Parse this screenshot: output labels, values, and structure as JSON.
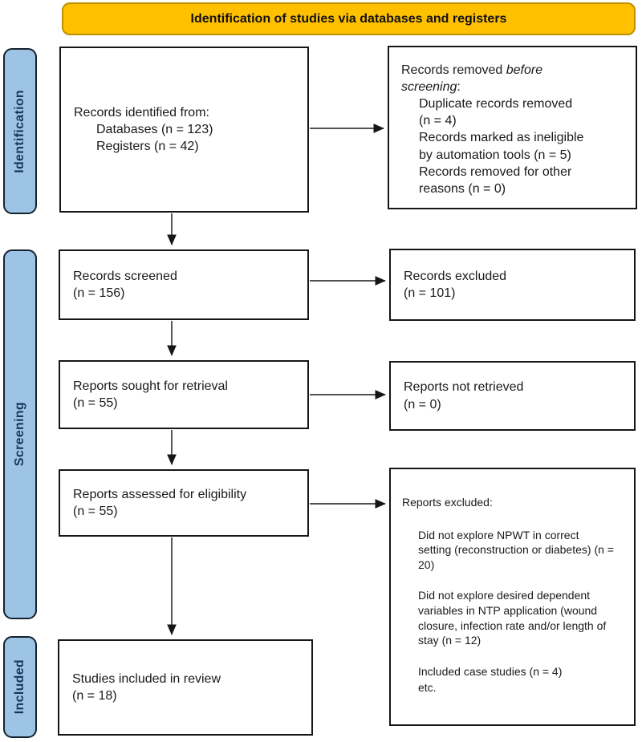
{
  "header": {
    "title": "Identification of studies via databases and registers"
  },
  "colors": {
    "header_bg": "#FFC000",
    "header_border": "#BF9000",
    "sidebar_bg": "#9DC3E5",
    "sidebar_text": "#17365D",
    "box_border": "#161616",
    "arrow": "#3A3A3A"
  },
  "sidebar": {
    "items": [
      {
        "label": "Identification"
      },
      {
        "label": "Screening"
      },
      {
        "label": "Included"
      }
    ]
  },
  "flow": {
    "records_identified": {
      "intro": "Records identified from:",
      "items": [
        "Databases (n = 123)",
        "Registers (n = 42)"
      ]
    },
    "records_removed": {
      "intro_plain": "Records removed ",
      "intro_italic": "before screening",
      "intro_suffix": ":",
      "items": [
        "Duplicate records removed (n = 4)",
        "Records marked as ineligible by automation tools (n = 5)",
        "Records removed for other reasons (n = 0)"
      ]
    },
    "records_screened": {
      "line1": "Records screened",
      "line2": "(n = 156)"
    },
    "records_excluded": {
      "line1": "Records excluded",
      "line2": "(n = 101)"
    },
    "reports_sought": {
      "line1": "Reports sought for retrieval",
      "line2": "(n = 55)"
    },
    "reports_not_retrieved": {
      "line1": "Reports not retrieved",
      "line2": "(n = 0)"
    },
    "reports_assessed": {
      "line1": "Reports assessed for eligibility",
      "line2": "(n = 55)"
    },
    "reports_excluded": {
      "title": "Reports excluded:",
      "items": [
        "Did not explore NPWT in correct setting (reconstruction or diabetes) (n = 20)",
        "Did not explore desired dependent variables in NTP application (wound closure, infection rate and/or length of stay (n = 12)",
        "Included case studies (n = 4)",
        "etc."
      ]
    },
    "studies_included": {
      "line1": "Studies included in review",
      "line2": "(n = 18)"
    }
  }
}
